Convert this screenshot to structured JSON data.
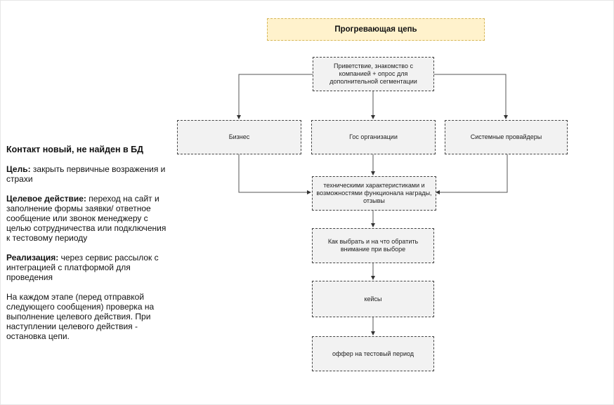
{
  "diagram": {
    "title": "Прогревающая цепь",
    "nodes": {
      "greeting": "Приветствие, знакомство с компанией + опрос для дополнительной сегментации",
      "business": "Бизнес",
      "gov": "Гос организации",
      "providers": "Системные провайдеры",
      "features": "техническими характеристиками и возможностями функционала награды, отзывы",
      "choose": "Как выбрать и на что обратить внимание при выборе",
      "cases": "кейсы",
      "offer": "оффер на тестовый период"
    }
  },
  "sidebar": {
    "heading": "Контакт новый, не найден в БД",
    "goal_label": "Цель:",
    "goal_text": " закрыть первичные возражения и страхи",
    "target_label": "Целевое действие:",
    "target_text": " переход на сайт и заполнение формы заявки/ ответное сообщение или звонок менеджеру с целью сотрудничества или подключения к тестовому периоду",
    "impl_label": "Реализация:",
    "impl_text": " через сервис рассылок с интеграцией с платформой для проведения",
    "note": "На каждом этапе (перед отправкой следующего сообщения) проверка на выполнение целевого действия. При наступлении целевого действия - остановка цепи."
  }
}
